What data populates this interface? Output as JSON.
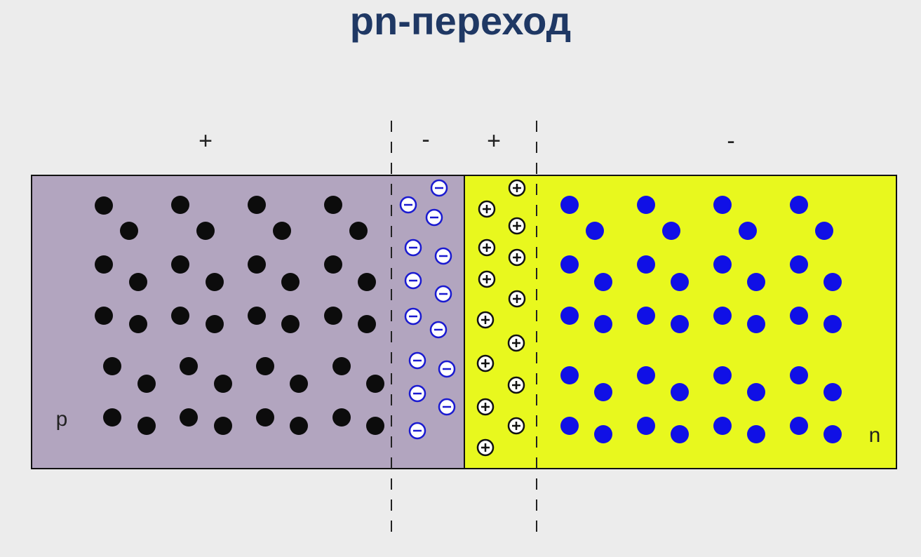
{
  "title": "pn-переход",
  "regions": {
    "p": {
      "label": "p",
      "color": "#b2a5bf"
    },
    "n": {
      "label": "n",
      "color": "#e8f81e"
    }
  },
  "charge_signs": {
    "p_side": "+",
    "depletion_p": "-",
    "depletion_n": "+",
    "n_side": "-"
  },
  "colors": {
    "hole": "#0c0c0c",
    "electron": "#1010e6",
    "negative_ion_ring": "#1a1ad0",
    "positive_ion_ring": "#111111"
  },
  "icons": {
    "negative_ion": "minus-circle-icon",
    "positive_ion": "plus-circle-icon"
  },
  "carriers": {
    "holes_count": 40,
    "electrons_count": 40
  },
  "ions": {
    "negative_count": 14,
    "positive_count": 14
  }
}
